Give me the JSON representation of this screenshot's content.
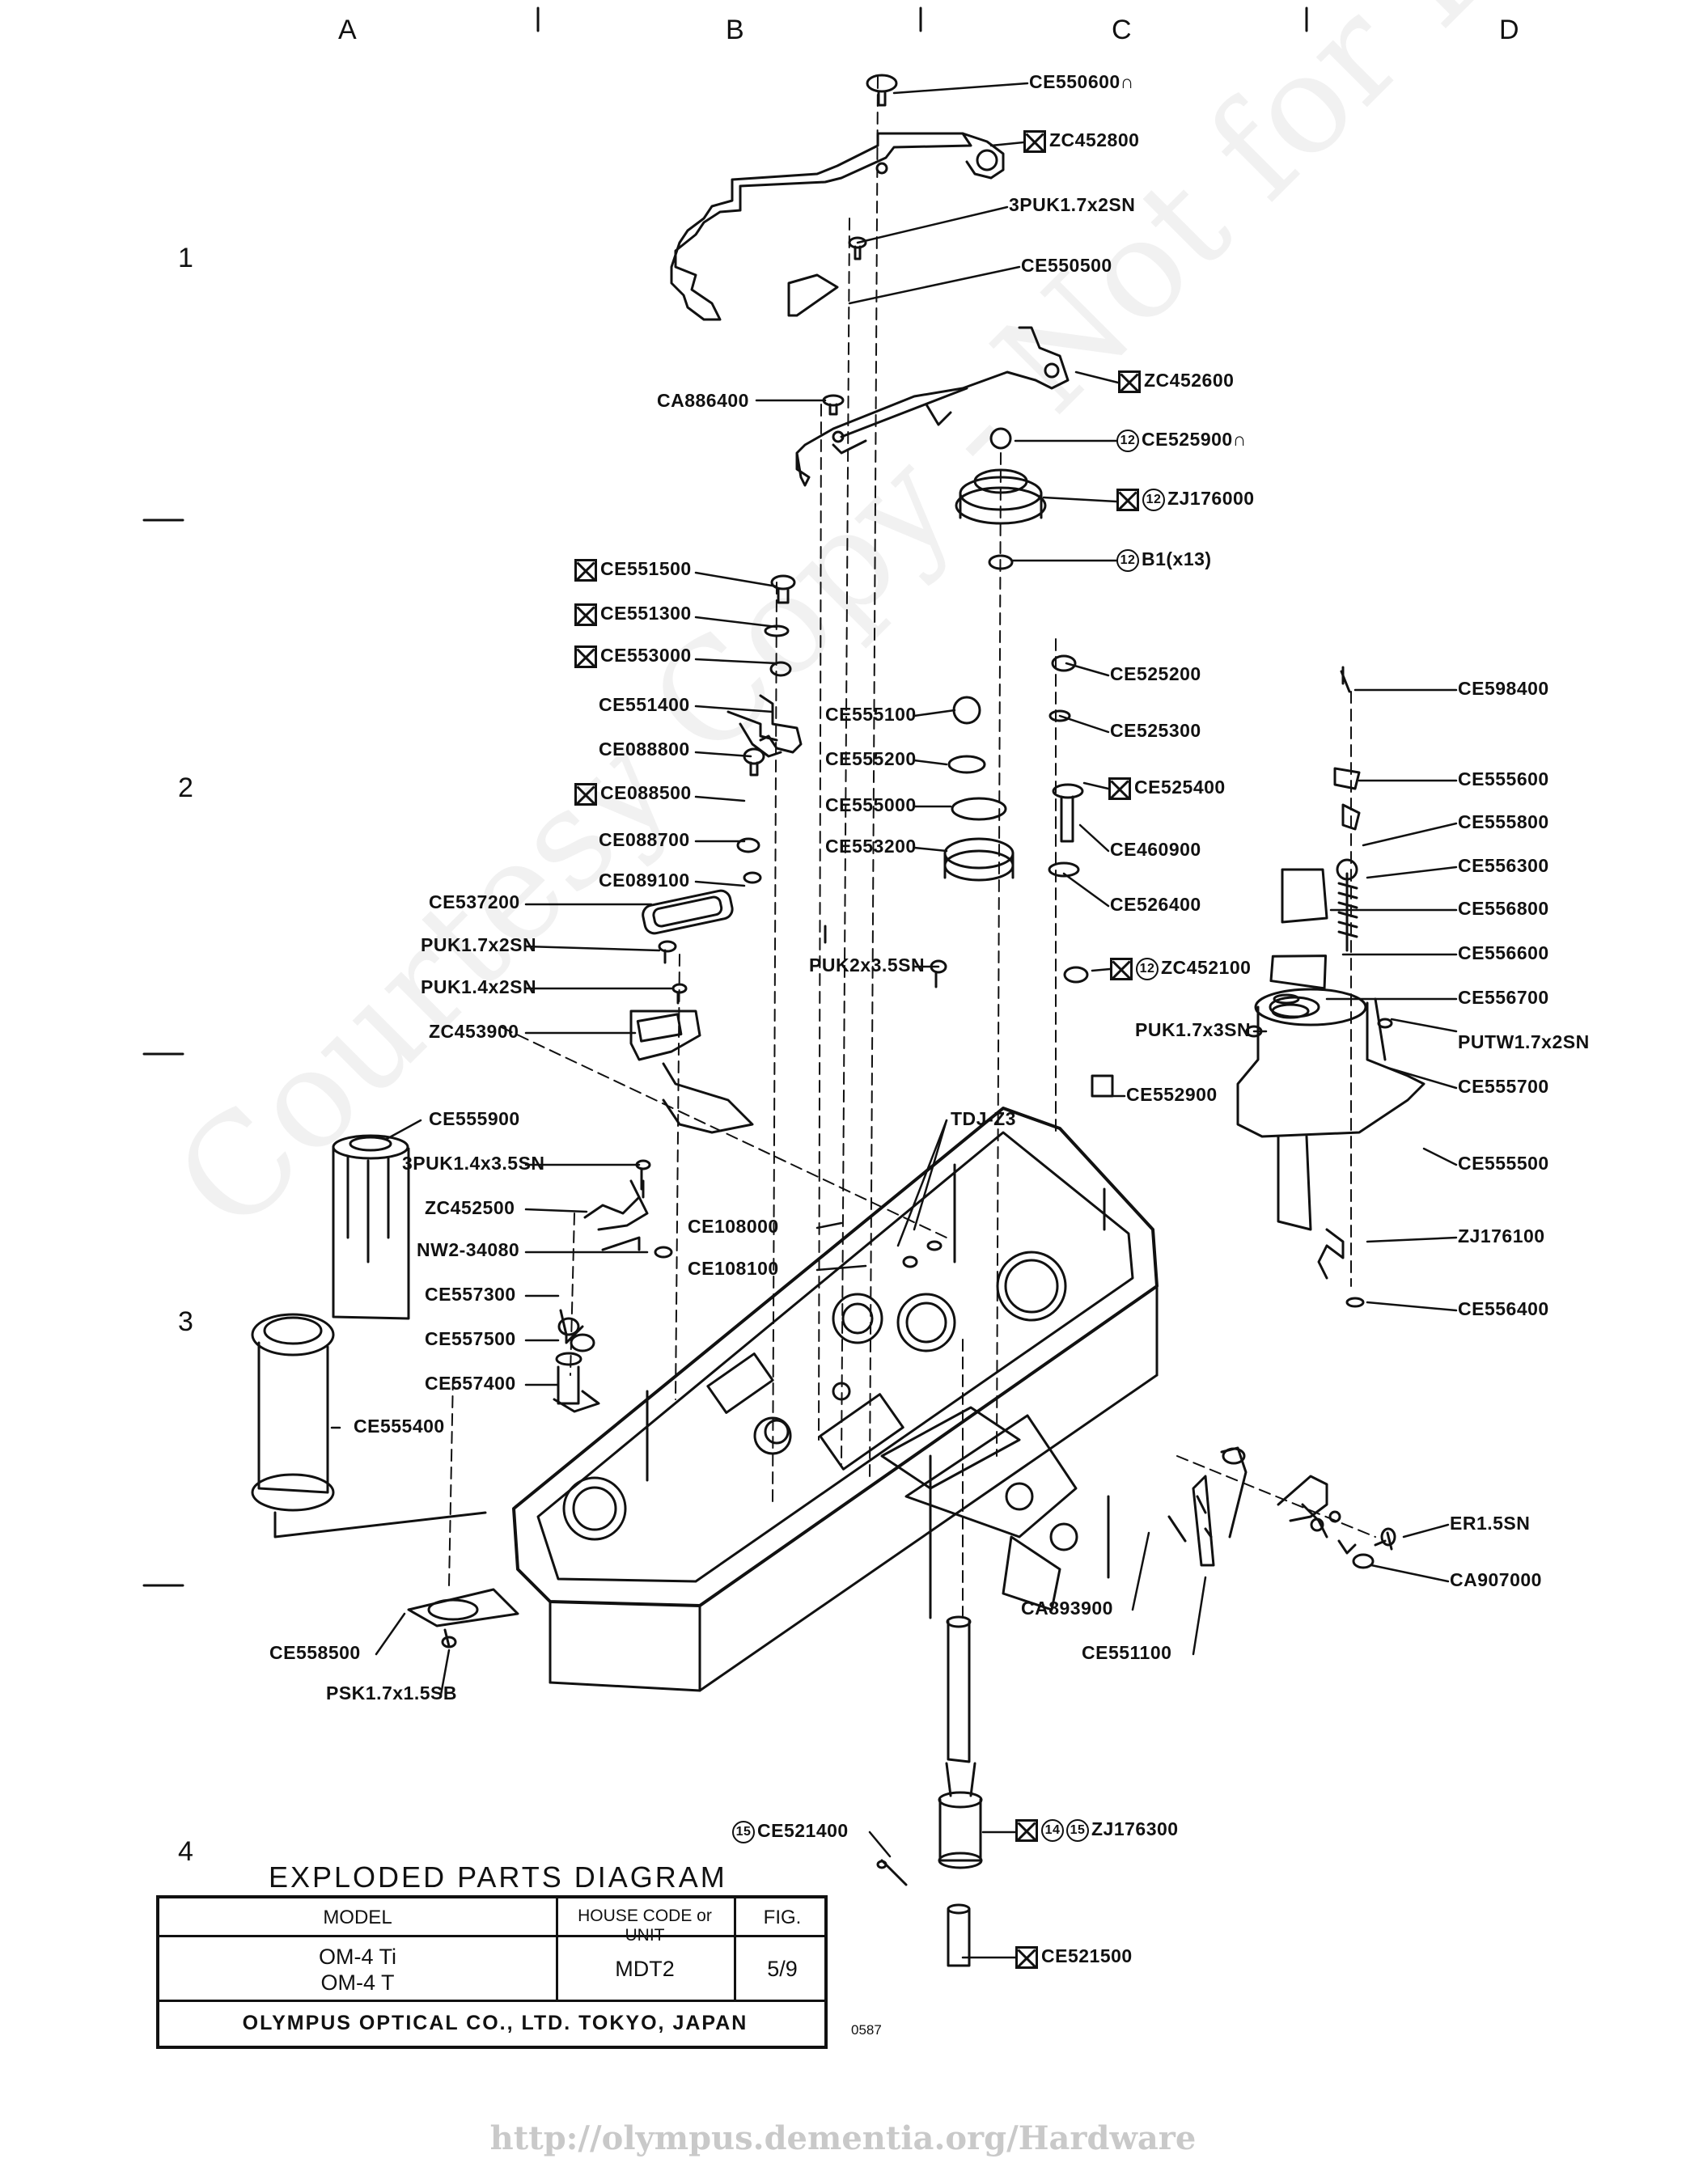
{
  "grid": {
    "columns": [
      "A",
      "B",
      "C",
      "D"
    ],
    "rows": [
      "1",
      "2",
      "3",
      "4"
    ]
  },
  "parts": [
    {
      "id": "p01",
      "text": "CE550600",
      "circles": [],
      "boxed": false,
      "suffix": "∩"
    },
    {
      "id": "p02",
      "text": "ZC452800",
      "circles": [],
      "boxed": true,
      "suffix": ""
    },
    {
      "id": "p03",
      "text": "3PUK1.7x2SN",
      "circles": [],
      "boxed": false,
      "suffix": ""
    },
    {
      "id": "p04",
      "text": "CE550500",
      "circles": [],
      "boxed": false,
      "suffix": ""
    },
    {
      "id": "p05",
      "text": "ZC452600",
      "circles": [],
      "boxed": true,
      "suffix": ""
    },
    {
      "id": "p06",
      "text": "CA886400",
      "circles": [],
      "boxed": false,
      "suffix": ""
    },
    {
      "id": "p07",
      "text": "CE525900",
      "circles": [
        "12"
      ],
      "boxed": false,
      "suffix": "∩"
    },
    {
      "id": "p08",
      "text": "ZJ176000",
      "circles": [
        "12"
      ],
      "boxed": true,
      "suffix": ""
    },
    {
      "id": "p09",
      "text": "B1(x13)",
      "circles": [
        "12"
      ],
      "boxed": false,
      "suffix": ""
    },
    {
      "id": "p10",
      "text": "CE551500",
      "circles": [],
      "boxed": true,
      "suffix": ""
    },
    {
      "id": "p11",
      "text": "CE551300",
      "circles": [],
      "boxed": true,
      "suffix": ""
    },
    {
      "id": "p12",
      "text": "CE553000",
      "circles": [],
      "boxed": true,
      "suffix": ""
    },
    {
      "id": "p13",
      "text": "CE551400",
      "circles": [],
      "boxed": false,
      "suffix": ""
    },
    {
      "id": "p14",
      "text": "CE088800",
      "circles": [],
      "boxed": false,
      "suffix": ""
    },
    {
      "id": "p15",
      "text": "CE088500",
      "circles": [],
      "boxed": true,
      "suffix": ""
    },
    {
      "id": "p16",
      "text": "CE088700",
      "circles": [],
      "boxed": false,
      "suffix": ""
    },
    {
      "id": "p17",
      "text": "CE089100",
      "circles": [],
      "boxed": false,
      "suffix": ""
    },
    {
      "id": "p18",
      "text": "CE537200",
      "circles": [],
      "boxed": false,
      "suffix": ""
    },
    {
      "id": "p19",
      "text": "PUK1.7x2SN",
      "circles": [],
      "boxed": false,
      "suffix": ""
    },
    {
      "id": "p20",
      "text": "PUK1.4x2SN",
      "circles": [],
      "boxed": false,
      "suffix": ""
    },
    {
      "id": "p21",
      "text": "ZC453900",
      "circles": [],
      "boxed": false,
      "suffix": ""
    },
    {
      "id": "p22",
      "text": "CE555900",
      "circles": [],
      "boxed": false,
      "suffix": ""
    },
    {
      "id": "p23",
      "text": "3PUK1.4x3.5SN",
      "circles": [],
      "boxed": false,
      "suffix": ""
    },
    {
      "id": "p24",
      "text": "ZC452500",
      "circles": [],
      "boxed": false,
      "suffix": ""
    },
    {
      "id": "p25",
      "text": "NW2-34080",
      "circles": [],
      "boxed": false,
      "suffix": ""
    },
    {
      "id": "p26",
      "text": "CE557300",
      "circles": [],
      "boxed": false,
      "suffix": ""
    },
    {
      "id": "p27",
      "text": "CE557500",
      "circles": [],
      "boxed": false,
      "suffix": ""
    },
    {
      "id": "p28",
      "text": "CE557400",
      "circles": [],
      "boxed": false,
      "suffix": ""
    },
    {
      "id": "p29",
      "text": "CE555400",
      "circles": [],
      "boxed": false,
      "suffix": ""
    },
    {
      "id": "p30",
      "text": "CE558500",
      "circles": [],
      "boxed": false,
      "suffix": ""
    },
    {
      "id": "p31",
      "text": "PSK1.7x1.5SB",
      "circles": [],
      "boxed": false,
      "suffix": ""
    },
    {
      "id": "p32",
      "text": "CE555100",
      "circles": [],
      "boxed": false,
      "suffix": ""
    },
    {
      "id": "p33",
      "text": "CE555200",
      "circles": [],
      "boxed": false,
      "suffix": ""
    },
    {
      "id": "p34",
      "text": "CE555000",
      "circles": [],
      "boxed": false,
      "suffix": ""
    },
    {
      "id": "p35",
      "text": "CE553200",
      "circles": [],
      "boxed": false,
      "suffix": ""
    },
    {
      "id": "p36",
      "text": "PUK2x3.5SN",
      "circles": [],
      "boxed": false,
      "suffix": ""
    },
    {
      "id": "p37",
      "text": "TDJ-Z3",
      "circles": [],
      "boxed": false,
      "suffix": ""
    },
    {
      "id": "p38",
      "text": "CE108000",
      "circles": [],
      "boxed": false,
      "suffix": ""
    },
    {
      "id": "p39",
      "text": "CE108100",
      "circles": [],
      "boxed": false,
      "suffix": ""
    },
    {
      "id": "p40",
      "text": "CE525200",
      "circles": [],
      "boxed": false,
      "suffix": ""
    },
    {
      "id": "p41",
      "text": "CE525300",
      "circles": [],
      "boxed": false,
      "suffix": ""
    },
    {
      "id": "p42",
      "text": "CE525400",
      "circles": [],
      "boxed": true,
      "suffix": ""
    },
    {
      "id": "p43",
      "text": "CE460900",
      "circles": [],
      "boxed": false,
      "suffix": ""
    },
    {
      "id": "p44",
      "text": "CE526400",
      "circles": [],
      "boxed": false,
      "suffix": ""
    },
    {
      "id": "p45",
      "text": "ZC452100",
      "circles": [
        "12"
      ],
      "boxed": true,
      "suffix": ""
    },
    {
      "id": "p46",
      "text": "CE552900",
      "circles": [],
      "boxed": false,
      "suffix": ""
    },
    {
      "id": "p47",
      "text": "CE598400",
      "circles": [],
      "boxed": false,
      "suffix": ""
    },
    {
      "id": "p48",
      "text": "CE555600",
      "circles": [],
      "boxed": false,
      "suffix": ""
    },
    {
      "id": "p49",
      "text": "CE555800",
      "circles": [],
      "boxed": false,
      "suffix": ""
    },
    {
      "id": "p50",
      "text": "CE556300",
      "circles": [],
      "boxed": false,
      "suffix": ""
    },
    {
      "id": "p51",
      "text": "CE556800",
      "circles": [],
      "boxed": false,
      "suffix": ""
    },
    {
      "id": "p52",
      "text": "CE556600",
      "circles": [],
      "boxed": false,
      "suffix": ""
    },
    {
      "id": "p53",
      "text": "CE556700",
      "circles": [],
      "boxed": false,
      "suffix": ""
    },
    {
      "id": "p54",
      "text": "PUTW1.7x2SN",
      "circles": [],
      "boxed": false,
      "suffix": ""
    },
    {
      "id": "p55",
      "text": "PUK1.7x3SN",
      "circles": [],
      "boxed": false,
      "suffix": ""
    },
    {
      "id": "p56",
      "text": "CE555700",
      "circles": [],
      "boxed": false,
      "suffix": ""
    },
    {
      "id": "p57",
      "text": "CE555500",
      "circles": [],
      "boxed": false,
      "suffix": ""
    },
    {
      "id": "p58",
      "text": "ZJ176100",
      "circles": [],
      "boxed": false,
      "suffix": ""
    },
    {
      "id": "p59",
      "text": "CE556400",
      "circles": [],
      "boxed": false,
      "suffix": ""
    },
    {
      "id": "p60",
      "text": "ER1.5SN",
      "circles": [],
      "boxed": false,
      "suffix": ""
    },
    {
      "id": "p61",
      "text": "CA907000",
      "circles": [],
      "boxed": false,
      "suffix": ""
    },
    {
      "id": "p62",
      "text": "CA893900",
      "circles": [],
      "boxed": false,
      "suffix": ""
    },
    {
      "id": "p63",
      "text": "CE551100",
      "circles": [],
      "boxed": false,
      "suffix": ""
    },
    {
      "id": "p64",
      "text": "CE521400",
      "circles": [
        "15"
      ],
      "boxed": false,
      "suffix": ""
    },
    {
      "id": "p65",
      "text": "ZJ176300",
      "circles": [
        "14",
        "15"
      ],
      "boxed": true,
      "suffix": ""
    },
    {
      "id": "p66",
      "text": "CE521500",
      "circles": [],
      "boxed": true,
      "suffix": ""
    }
  ],
  "title_block": {
    "title": "EXPLODED PARTS DIAGRAM",
    "model_header": "MODEL",
    "code_header": "HOUSE CODE or UNIT",
    "fig_header": "FIG.",
    "model_line1": "OM-4 Ti",
    "model_line2": "OM-4 T",
    "code_value": "MDT2",
    "fig_value": "5/9",
    "company": "OLYMPUS OPTICAL CO., LTD. TOKYO, JAPAN",
    "drawing_number": "0587"
  },
  "watermark": "Courtesy Copy - Not for Resale",
  "footer_url": "http://olympus.dementia.org/Hardware"
}
